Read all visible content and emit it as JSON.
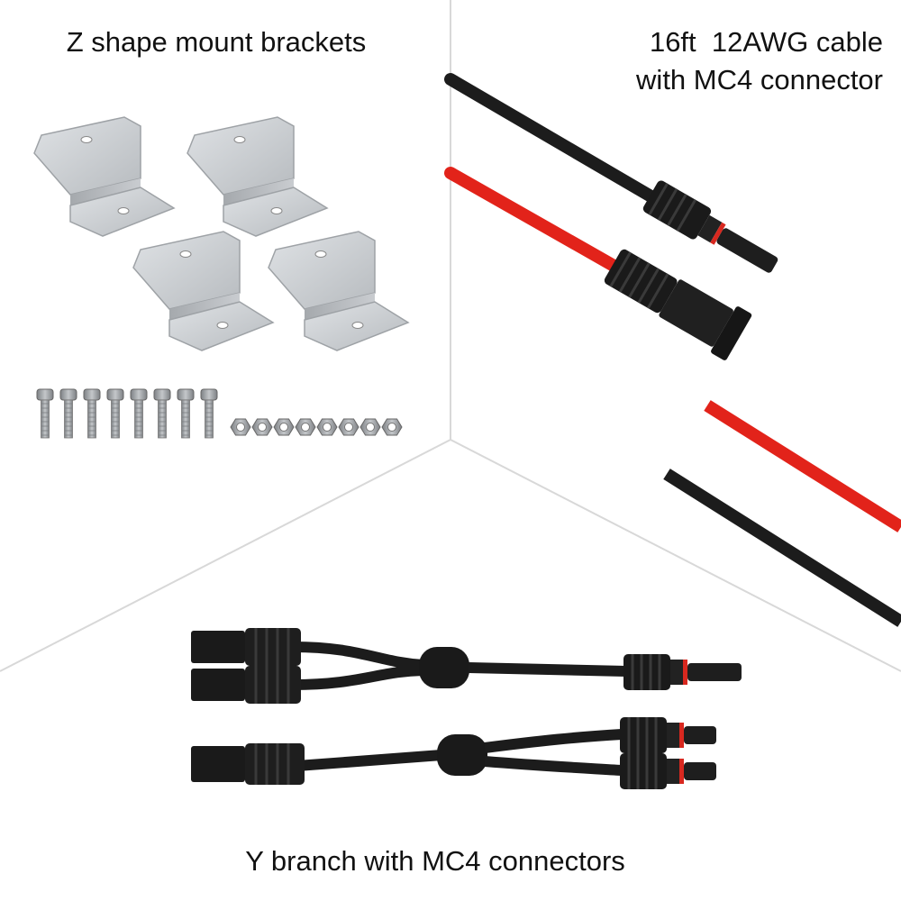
{
  "sections": {
    "brackets": {
      "label": "Z shape mount brackets",
      "bracket_count": 4,
      "screw_count": 8,
      "nut_count": 8
    },
    "cable": {
      "line1": "16ft  12AWG cable",
      "line2": "with MC4 connector"
    },
    "ybranch": {
      "label": "Y branch with MC4 connectors"
    }
  },
  "colors": {
    "background": "#ffffff",
    "divider": "#d8d8d8",
    "bracket": "#c9ccd0",
    "bracket_shadow": "#a7abb0",
    "cable_black": "#1c1c1c",
    "cable_red": "#e2231a",
    "connector": "#1a1a1a",
    "steel": "#9a9da1"
  }
}
